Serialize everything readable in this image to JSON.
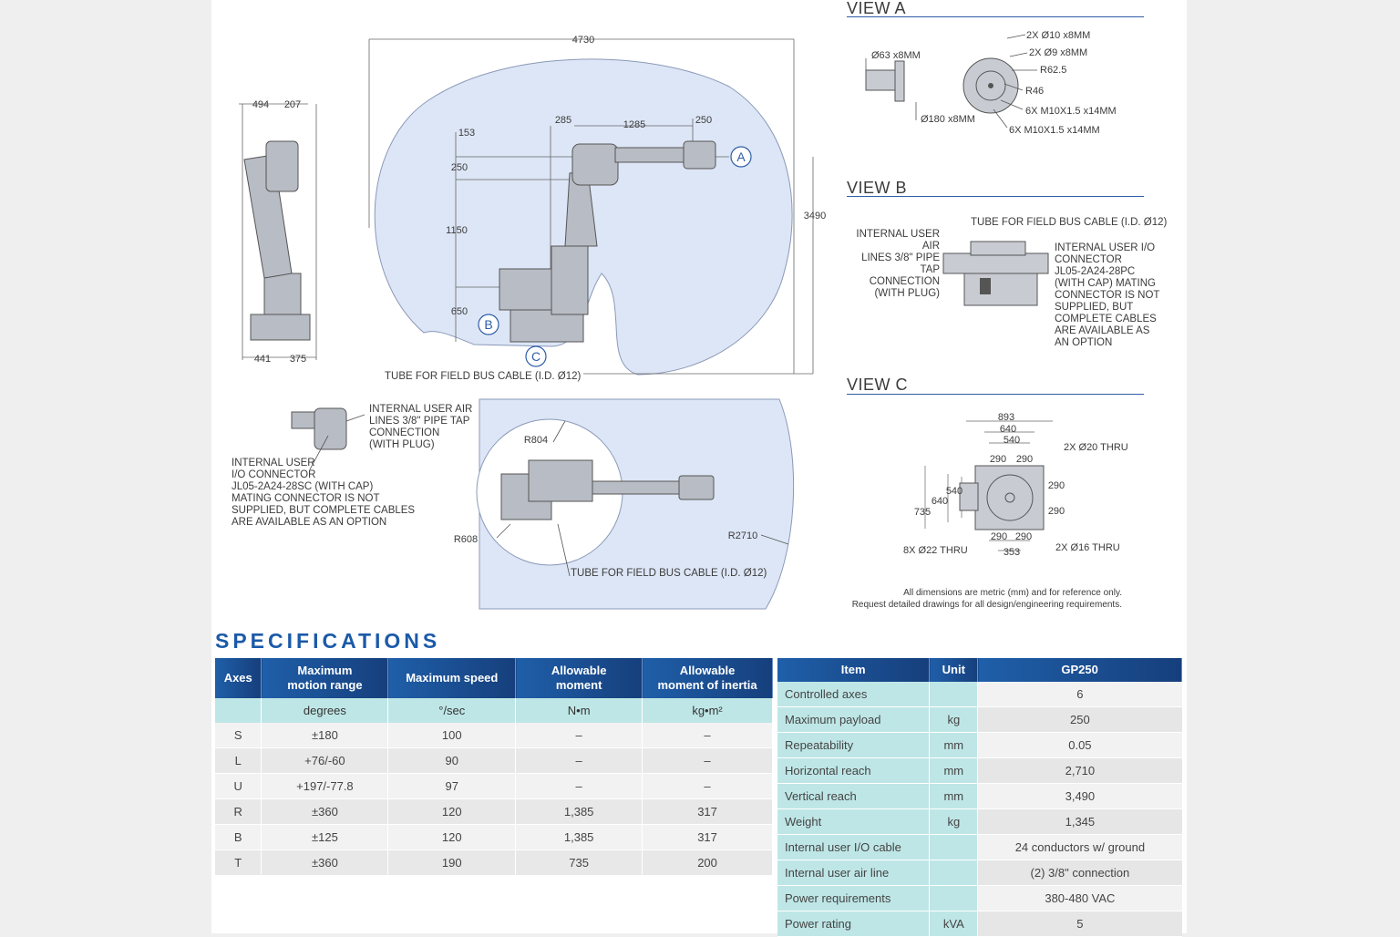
{
  "drawing": {
    "dims_side": [
      "494",
      "207",
      "441",
      "375"
    ],
    "dims_main": [
      "4730",
      "3490",
      "153",
      "250",
      "1150",
      "650",
      "285",
      "1285",
      "250"
    ],
    "markers": [
      "A",
      "B",
      "C"
    ],
    "main_tube_note": "TUBE FOR FIELD BUS CABLE (I.D. Ø12)",
    "air_note": "INTERNAL USER AIR\nLINES 3/8\" PIPE TAP\nCONNECTION\n(WITH PLUG)",
    "io_note": "INTERNAL USER\nI/O CONNECTOR\nJL05-2A24-28SC (WITH CAP)\nMATING CONNECTOR IS NOT\nSUPPLIED, BUT COMPLETE CABLES\nARE AVAILABLE AS AN OPTION",
    "top_radii": [
      "R804",
      "R608",
      "R2710"
    ],
    "top_tube_note": "TUBE FOR FIELD BUS CABLE (I.D. Ø12)"
  },
  "view_a": {
    "title": "VIEW A",
    "labels": [
      "2X Ø10 x8MM",
      "2X Ø9 x8MM",
      "R62.5",
      "R46",
      "6X M10X1.5 x14MM",
      "6X M10X1.5 x14MM",
      "Ø63 x8MM",
      "Ø180 x8MM"
    ]
  },
  "view_b": {
    "title": "VIEW B",
    "tube_note": "TUBE FOR FIELD BUS CABLE (I.D. Ø12)",
    "air_note": "INTERNAL USER AIR\nLINES 3/8\" PIPE TAP\nCONNECTION\n(WITH PLUG)",
    "io_note": "INTERNAL USER I/O\nCONNECTOR\nJL05-2A24-28PC\n(WITH CAP) MATING\nCONNECTOR IS NOT\nSUPPLIED, BUT\nCOMPLETE CABLES\nARE AVAILABLE AS\nAN OPTION"
  },
  "view_c": {
    "title": "VIEW C",
    "dims": [
      "893",
      "640",
      "540",
      "290",
      "290",
      "735",
      "640",
      "540",
      "290",
      "290",
      "290",
      "290",
      "353"
    ],
    "labels": [
      "2X Ø20 THRU",
      "8X Ø22 THRU",
      "2X Ø16 THRU"
    ]
  },
  "disclaimer": {
    "line1": "All dimensions are metric (mm) and for reference only.",
    "line2": "Request detailed drawings for all design/engineering requirements."
  },
  "specs": {
    "title": "SPECIFICATIONS",
    "axes_headers": [
      "Axes",
      "Maximum\nmotion range",
      "Maximum speed",
      "Allowable\nmoment",
      "Allowable\nmoment of inertia"
    ],
    "axes_units": [
      "",
      "degrees",
      "°/sec",
      "N•m",
      "kg•m²"
    ],
    "axes_rows": [
      [
        "S",
        "±180",
        "100",
        "–",
        "–"
      ],
      [
        "L",
        "+76/-60",
        "90",
        "–",
        "–"
      ],
      [
        "U",
        "+197/-77.8",
        "97",
        "–",
        "–"
      ],
      [
        "R",
        "±360",
        "120",
        "1,385",
        "317"
      ],
      [
        "B",
        "±125",
        "120",
        "1,385",
        "317"
      ],
      [
        "T",
        "±360",
        "190",
        "735",
        "200"
      ]
    ],
    "gp_headers": [
      "Item",
      "Unit",
      "GP250"
    ],
    "gp_rows": [
      [
        "Controlled axes",
        "",
        "6"
      ],
      [
        "Maximum payload",
        "kg",
        "250"
      ],
      [
        "Repeatability",
        "mm",
        "0.05"
      ],
      [
        "Horizontal reach",
        "mm",
        "2,710"
      ],
      [
        "Vertical reach",
        "mm",
        "3,490"
      ],
      [
        "Weight",
        "kg",
        "1,345"
      ],
      [
        "Internal user I/O cable",
        "",
        "24 conductors w/ ground"
      ],
      [
        "Internal user air line",
        "",
        "(2) 3/8\" connection"
      ],
      [
        "Power requirements",
        "",
        "380-480 VAC"
      ],
      [
        "Power rating",
        "kVA",
        "5"
      ]
    ]
  }
}
